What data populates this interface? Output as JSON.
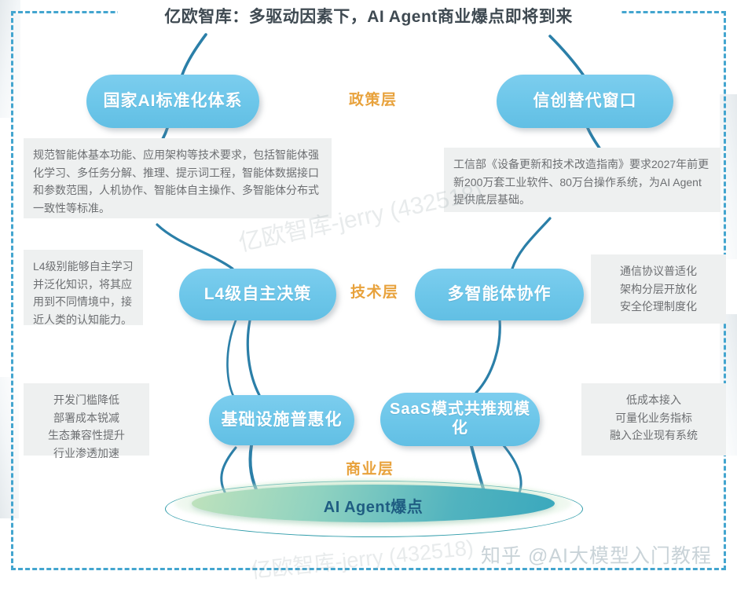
{
  "title": "亿欧智库：多驱动因素下，AI Agent商业爆点即将到来",
  "layers": {
    "policy": "政策层",
    "tech": "技术层",
    "business": "商业层"
  },
  "nodes": {
    "standard": "国家AI标准化体系",
    "xinchuang": "信创替代窗口",
    "l4": "L4级自主决策",
    "multiagent": "多智能体协作",
    "infra": "基础设施普惠化",
    "saas": "SaaS模式共推规模化"
  },
  "notes": {
    "standard": "规范智能体基本功能、应用架构等技术要求，包括智能体强化学习、多任务分解、推理、提示词工程，智能体数据接口和参数范围，人机协作、智能体自主操作、多智能体分布式一致性等标准。",
    "xinchuang": "工信部《设备更新和技术改造指南》要求2027年前更新200万套工业软件、80万台操作系统，为AI Agent提供底层基础。",
    "l4": "L4级别能够自主学习并泛化知识，将其应用到不同情境中，接近人类的认知能力。",
    "tech_right": "通信协议普适化\n架构分层开放化\n安全伦理制度化",
    "business_left": "开发门槛降低\n部署成本锐减\n生态兼容性提升\n行业渗透加速",
    "business_right": "低成本接入\n可量化业务指标\n融入企业现有系统"
  },
  "outcome": "AI Agent爆点",
  "watermarks": {
    "center": "亿欧智库-jerry (432518)",
    "bottom": "亿欧智库-jerry (432518)",
    "footer": "知乎 @AI大模型入门教程"
  },
  "colors": {
    "frame_border": "#43a5cf",
    "node_fill": "#6cc6e9",
    "layer_label": "#e8a23c",
    "note_bg": "#eef0f0",
    "connector": "#2b7fa8",
    "outcome_text": "#1f5d82",
    "ellipse_teal": "#3aa8bd",
    "ellipse_green": "#bfe2bc"
  }
}
